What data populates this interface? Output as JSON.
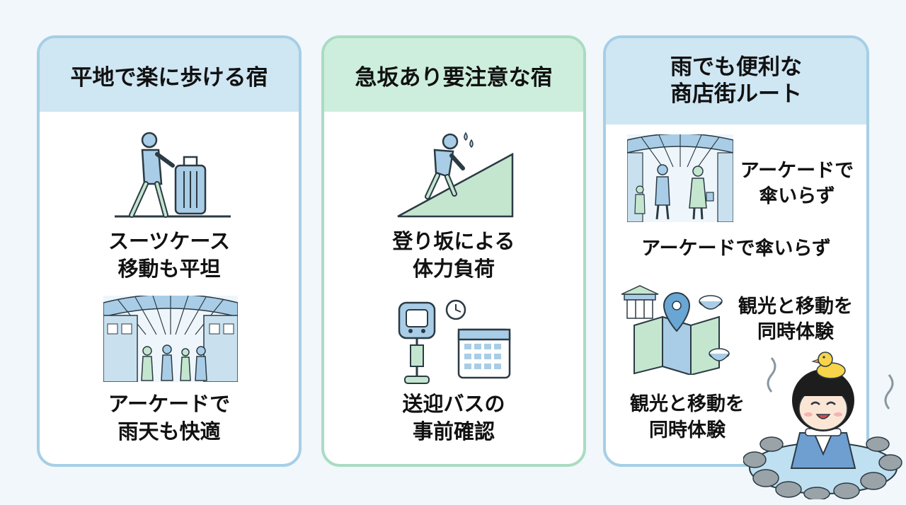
{
  "cards": [
    {
      "title": "平地で楽に歩ける宿",
      "header_color": "#cfe6f3",
      "items": [
        {
          "icon": "suitcase-walker-icon",
          "caption_line1": "スーツケース",
          "caption_line2": "移動も平坦"
        },
        {
          "icon": "arcade-street-icon",
          "caption_line1": "アーケードで",
          "caption_line2": "雨天も快適"
        }
      ]
    },
    {
      "title": "急坂あり要注意な宿",
      "header_color": "#cdeedd",
      "items": [
        {
          "icon": "uphill-climber-icon",
          "caption_line1": "登り坂による",
          "caption_line2": "体力負荷"
        },
        {
          "icon": "bus-stop-calendar-icon",
          "caption_line1": "送迎バスの",
          "caption_line2": "事前確認"
        }
      ]
    },
    {
      "title_line1": "雨でも便利な",
      "title_line2": "商店街ルート",
      "header_color": "#cfe6f3",
      "items": [
        {
          "icon": "arcade-shoppers-icon",
          "label_line1": "アーケードで",
          "label_line2": "傘いらず",
          "caption": "アーケードで傘いらず"
        },
        {
          "icon": "map-pin-icon",
          "label_line1": "観光と移動を",
          "label_line2": "同時体験",
          "caption_line1": "観光と移動を",
          "caption_line2": "同時体験"
        }
      ]
    }
  ],
  "colors": {
    "card_border_left": "#a6cfe6",
    "card_border_mid": "#a9dcc2",
    "card_border_right": "#a6cfe6",
    "icon_blue": "#a9cde6",
    "icon_green": "#c4e6cf",
    "outline": "#2b3a44"
  }
}
